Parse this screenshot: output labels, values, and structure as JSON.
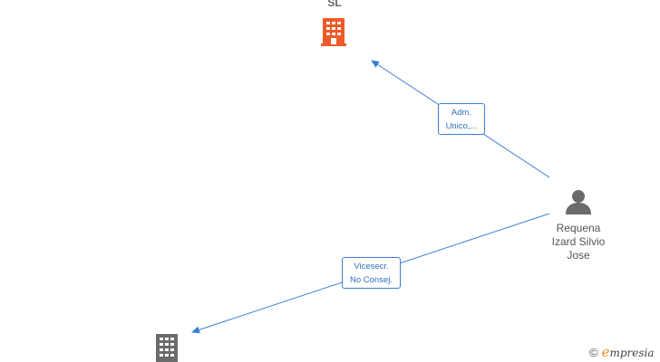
{
  "nodes": {
    "company_top": {
      "label": "SL",
      "color": "#f05a28",
      "icon": "building-icon"
    },
    "company_bottom": {
      "label": "",
      "color": "#6b6b6b",
      "icon": "building-icon"
    },
    "person": {
      "label_lines": [
        "Requena",
        "Izard Silvio",
        "Jose"
      ],
      "color": "#6b6b6b",
      "icon": "person-icon"
    }
  },
  "edges": {
    "to_top": {
      "label_lines": [
        "Adm.",
        "Unico,..."
      ]
    },
    "to_bottom": {
      "label_lines": [
        "Vicesecr.",
        "No Consej."
      ]
    }
  },
  "colors": {
    "edge": "#3a7fd5"
  },
  "watermark": {
    "symbol": "©",
    "brand_initial": "e",
    "brand_rest": "mpresia"
  }
}
